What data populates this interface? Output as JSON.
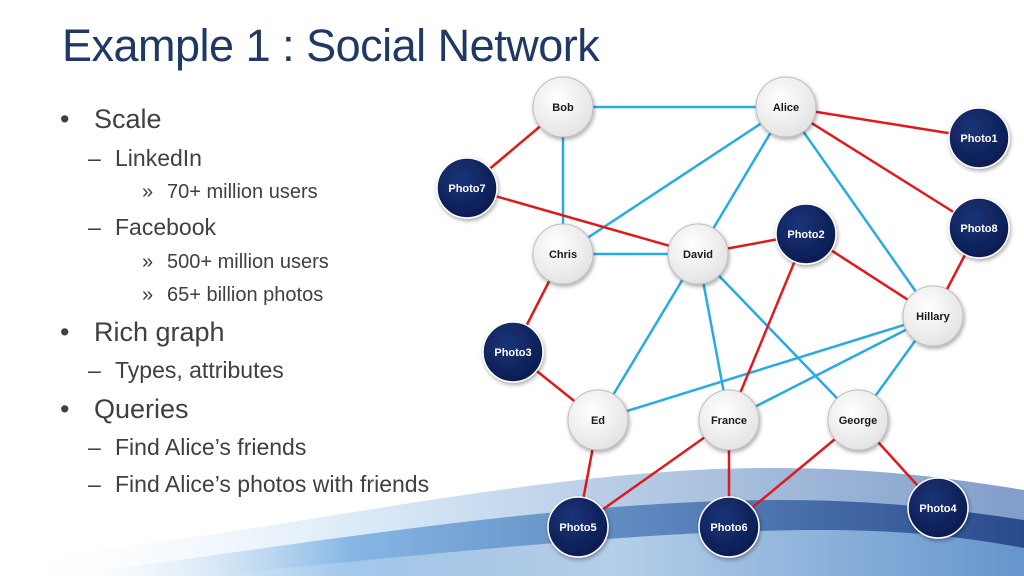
{
  "slide": {
    "title": "Example 1 : Social Network"
  },
  "bullets": [
    {
      "level": 1,
      "marker": "•",
      "text": "Scale"
    },
    {
      "level": 2,
      "marker": "–",
      "text": "LinkedIn"
    },
    {
      "level": 3,
      "marker": "»",
      "text": "70+ million users"
    },
    {
      "level": 2,
      "marker": "–",
      "text": "Facebook"
    },
    {
      "level": 3,
      "marker": "»",
      "text": "500+ million users"
    },
    {
      "level": 3,
      "marker": "»",
      "text": "65+ billion photos"
    },
    {
      "level": 1,
      "marker": "•",
      "text": "Rich graph"
    },
    {
      "level": 2,
      "marker": "–",
      "text": "Types, attributes"
    },
    {
      "level": 1,
      "marker": "•",
      "text": "Queries"
    },
    {
      "level": 2,
      "marker": "–",
      "text": "Find Alice’s friends"
    },
    {
      "level": 2,
      "marker": "–",
      "text": "Find Alice’s photos with friends"
    }
  ],
  "colors": {
    "title": "#1f3864",
    "text": "#404040",
    "friend_edge": "#29abe2",
    "photo_edge": "#e0191c",
    "photo_node": "#0c1f5c",
    "person_node": "#f2f2f2"
  },
  "graph": {
    "nodes": [
      {
        "id": "Bob",
        "label": "Bob",
        "type": "person"
      },
      {
        "id": "Alice",
        "label": "Alice",
        "type": "person"
      },
      {
        "id": "Chris",
        "label": "Chris",
        "type": "person"
      },
      {
        "id": "David",
        "label": "David",
        "type": "person"
      },
      {
        "id": "Hillary",
        "label": "Hillary",
        "type": "person"
      },
      {
        "id": "Ed",
        "label": "Ed",
        "type": "person"
      },
      {
        "id": "France",
        "label": "France",
        "type": "person"
      },
      {
        "id": "George",
        "label": "George",
        "type": "person"
      },
      {
        "id": "Photo1",
        "label": "Photo1",
        "type": "photo"
      },
      {
        "id": "Photo2",
        "label": "Photo2",
        "type": "photo"
      },
      {
        "id": "Photo3",
        "label": "Photo3",
        "type": "photo"
      },
      {
        "id": "Photo4",
        "label": "Photo4",
        "type": "photo"
      },
      {
        "id": "Photo5",
        "label": "Photo5",
        "type": "photo"
      },
      {
        "id": "Photo6",
        "label": "Photo6",
        "type": "photo"
      },
      {
        "id": "Photo7",
        "label": "Photo7",
        "type": "photo"
      },
      {
        "id": "Photo8",
        "label": "Photo8",
        "type": "photo"
      }
    ],
    "friend_edges": [
      [
        "Bob",
        "Alice"
      ],
      [
        "Bob",
        "Chris"
      ],
      [
        "Alice",
        "Chris"
      ],
      [
        "Alice",
        "David"
      ],
      [
        "Alice",
        "Hillary"
      ],
      [
        "Chris",
        "David"
      ],
      [
        "David",
        "Ed"
      ],
      [
        "David",
        "France"
      ],
      [
        "David",
        "George"
      ],
      [
        "Hillary",
        "Ed"
      ],
      [
        "Hillary",
        "France"
      ],
      [
        "Hillary",
        "George"
      ]
    ],
    "photo_edges": [
      [
        "Photo7",
        "Bob"
      ],
      [
        "Photo7",
        "David"
      ],
      [
        "Alice",
        "Photo1"
      ],
      [
        "Alice",
        "Photo8"
      ],
      [
        "Photo8",
        "Hillary"
      ],
      [
        "David",
        "Photo2"
      ],
      [
        "Photo2",
        "Hillary"
      ],
      [
        "Photo2",
        "France"
      ],
      [
        "Chris",
        "Photo3"
      ],
      [
        "Photo3",
        "Ed"
      ],
      [
        "Ed",
        "Photo5"
      ],
      [
        "France",
        "Photo5"
      ],
      [
        "France",
        "Photo6"
      ],
      [
        "George",
        "Photo6"
      ],
      [
        "George",
        "Photo4"
      ]
    ]
  }
}
